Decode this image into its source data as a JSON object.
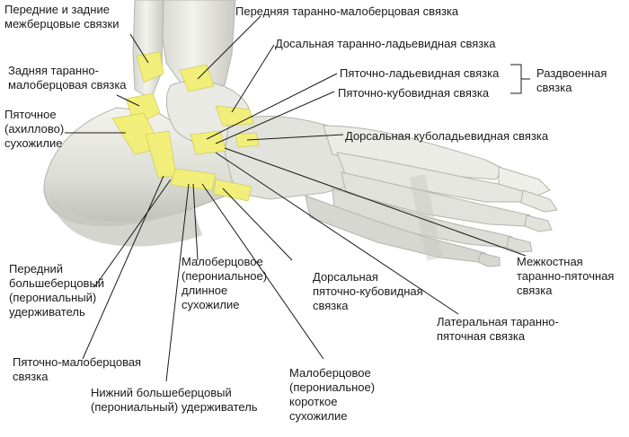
{
  "labels": {
    "anterior_posterior_tibiofibular": "Передние и задние\nмежберцовые связки",
    "anterior_talofibular": "Передняя таранно-малоберцовая связка",
    "dorsal_talonavicular": "Досальная таранно-ладьевидная связка",
    "calcaneonavicular": "Пяточно-ладьевидная связка",
    "calcaneocuboid": "Пяточно-кубовидная связка",
    "bifurcate_ligament": "Раздвоенная\nсвязка",
    "posterior_talofibular": "Задняя таранно-\nмалоберцовая связка",
    "achilles_tendon": "Пяточное\n(ахиллово)\nсухожилие",
    "dorsal_cuboideonavicular": "Дорсальная куболадьевидная связка",
    "superior_peroneal_retinaculum": "Передний\nбольшеберцовый\n(перониальный)\nудерживатель",
    "peroneus_longus_tendon": "Малоберцовое\n(перониальное)\nдлинное\nсухожилие",
    "dorsal_calcaneocuboid": "Дорсальная\nпяточно-кубовидная\nсвязка",
    "interosseous_talocalcaneal": "Межкостная\nтаранно-пяточная\nсвязка",
    "lateral_talocalcaneal": "Латеральная таранно-\nпяточная связка",
    "calcaneofibular": "Пяточно-малоберцовая\nсвязка",
    "inferior_peroneal_retinaculum": "Нижний большеберцовый\n(перониальный) удерживатель",
    "peroneus_brevis_tendon": "Малоберцовое\n(перониальное)\nкороткое\nсухожилие"
  },
  "colors": {
    "bone_light": "#f1f1ea",
    "bone_mid": "#d9dad2",
    "bone_shadow": "#b9bbb3",
    "ligament": "#f2ee7a",
    "leader_line": "#1a1a1a"
  }
}
